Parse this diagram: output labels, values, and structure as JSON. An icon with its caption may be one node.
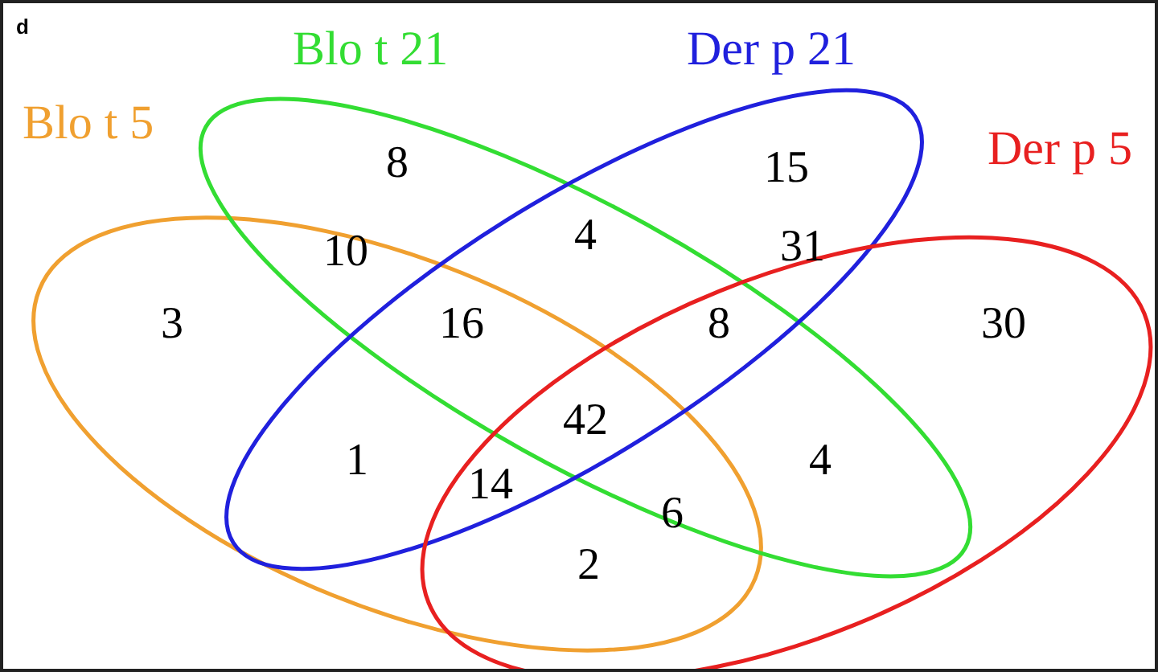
{
  "diagram": {
    "nodes": [
      {
        "text": [
          "Blo t 5"
        ]
      },
      {
        "text": [
          "Blo t 21"
        ]
      },
      {
        "text": [
          "Der p 21"
        ]
      },
      {
        "text": [
          "Der p 5"
        ]
      }
    ],
    "labels": [
      "d",
      "8",
      "15",
      "4",
      "10",
      "31",
      "3",
      "16",
      "8",
      "30",
      "42",
      "1",
      "4",
      "14",
      "6",
      "2"
    ]
  }
}
